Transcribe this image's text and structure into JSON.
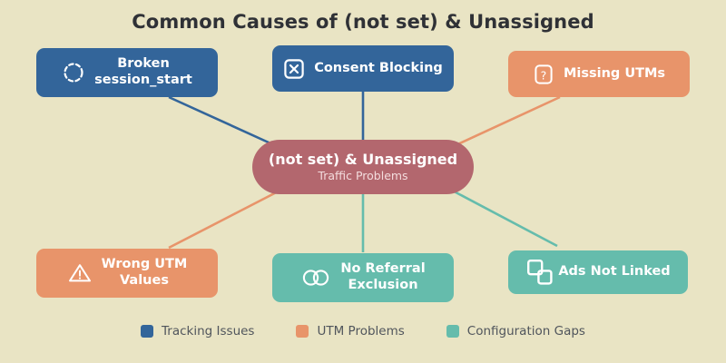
{
  "title": "Common Causes of (not set) & Unassigned",
  "colors": {
    "background": "#e9e4c4",
    "tracking_blue": "#33659a",
    "utm_orange": "#e8946a",
    "config_teal": "#65bcac",
    "center_rose": "#b3676e",
    "title_text": "#2f3136",
    "legend_text": "#50555c"
  },
  "center": {
    "title": "(not set) & Unassigned",
    "subtitle": "Traffic Problems"
  },
  "nodes": [
    {
      "id": "broken-session-start",
      "label": "Broken\nsession_start",
      "icon": "dashed-circle-icon",
      "category": "Tracking Issues",
      "color": "#33659a"
    },
    {
      "id": "consent-blocking",
      "label": "Consent Blocking",
      "icon": "boxed-x-icon",
      "category": "Tracking Issues",
      "color": "#33659a"
    },
    {
      "id": "missing-utms",
      "label": "Missing UTMs",
      "icon": "boxed-question-icon",
      "category": "UTM Problems",
      "color": "#e8946a"
    },
    {
      "id": "wrong-utm-values",
      "label": "Wrong UTM\nValues",
      "icon": "warning-triangle-icon",
      "category": "UTM Problems",
      "color": "#e8946a"
    },
    {
      "id": "no-referral-exclusion",
      "label": "No Referral\nExclusion",
      "icon": "two-circles-icon",
      "category": "Configuration Gaps",
      "color": "#65bcac"
    },
    {
      "id": "ads-not-linked",
      "label": "Ads Not Linked",
      "icon": "two-squares-icon",
      "category": "Configuration Gaps",
      "color": "#65bcac"
    }
  ],
  "legend": [
    {
      "label": "Tracking Issues",
      "color": "#33659a"
    },
    {
      "label": "UTM Problems",
      "color": "#e8946a"
    },
    {
      "label": "Configuration Gaps",
      "color": "#65bcac"
    }
  ]
}
